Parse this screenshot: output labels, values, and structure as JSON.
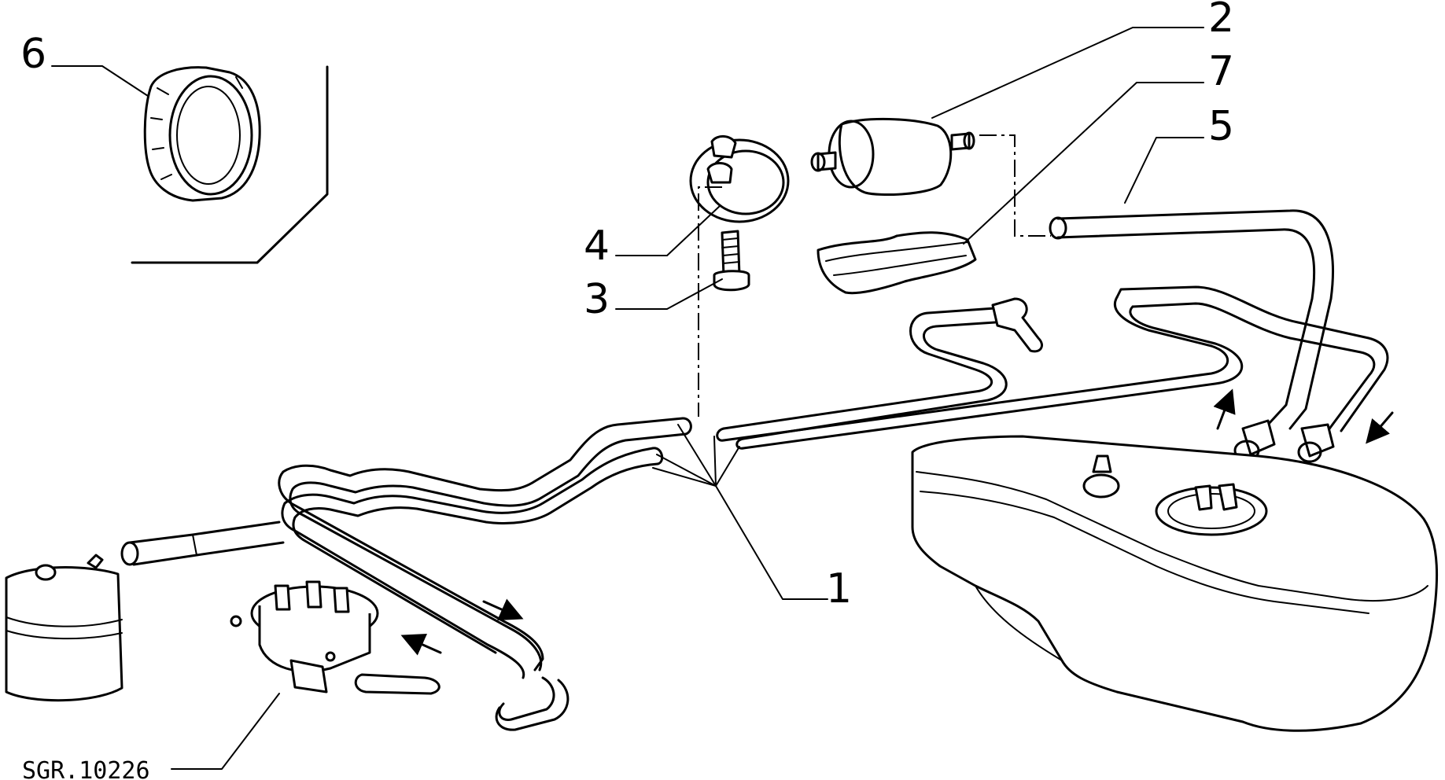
{
  "callouts": {
    "c1": "1",
    "c2": "2",
    "c3": "3",
    "c4": "4",
    "c5": "5",
    "c6": "6",
    "c7": "7"
  },
  "drawing_code": "SGR.10226"
}
